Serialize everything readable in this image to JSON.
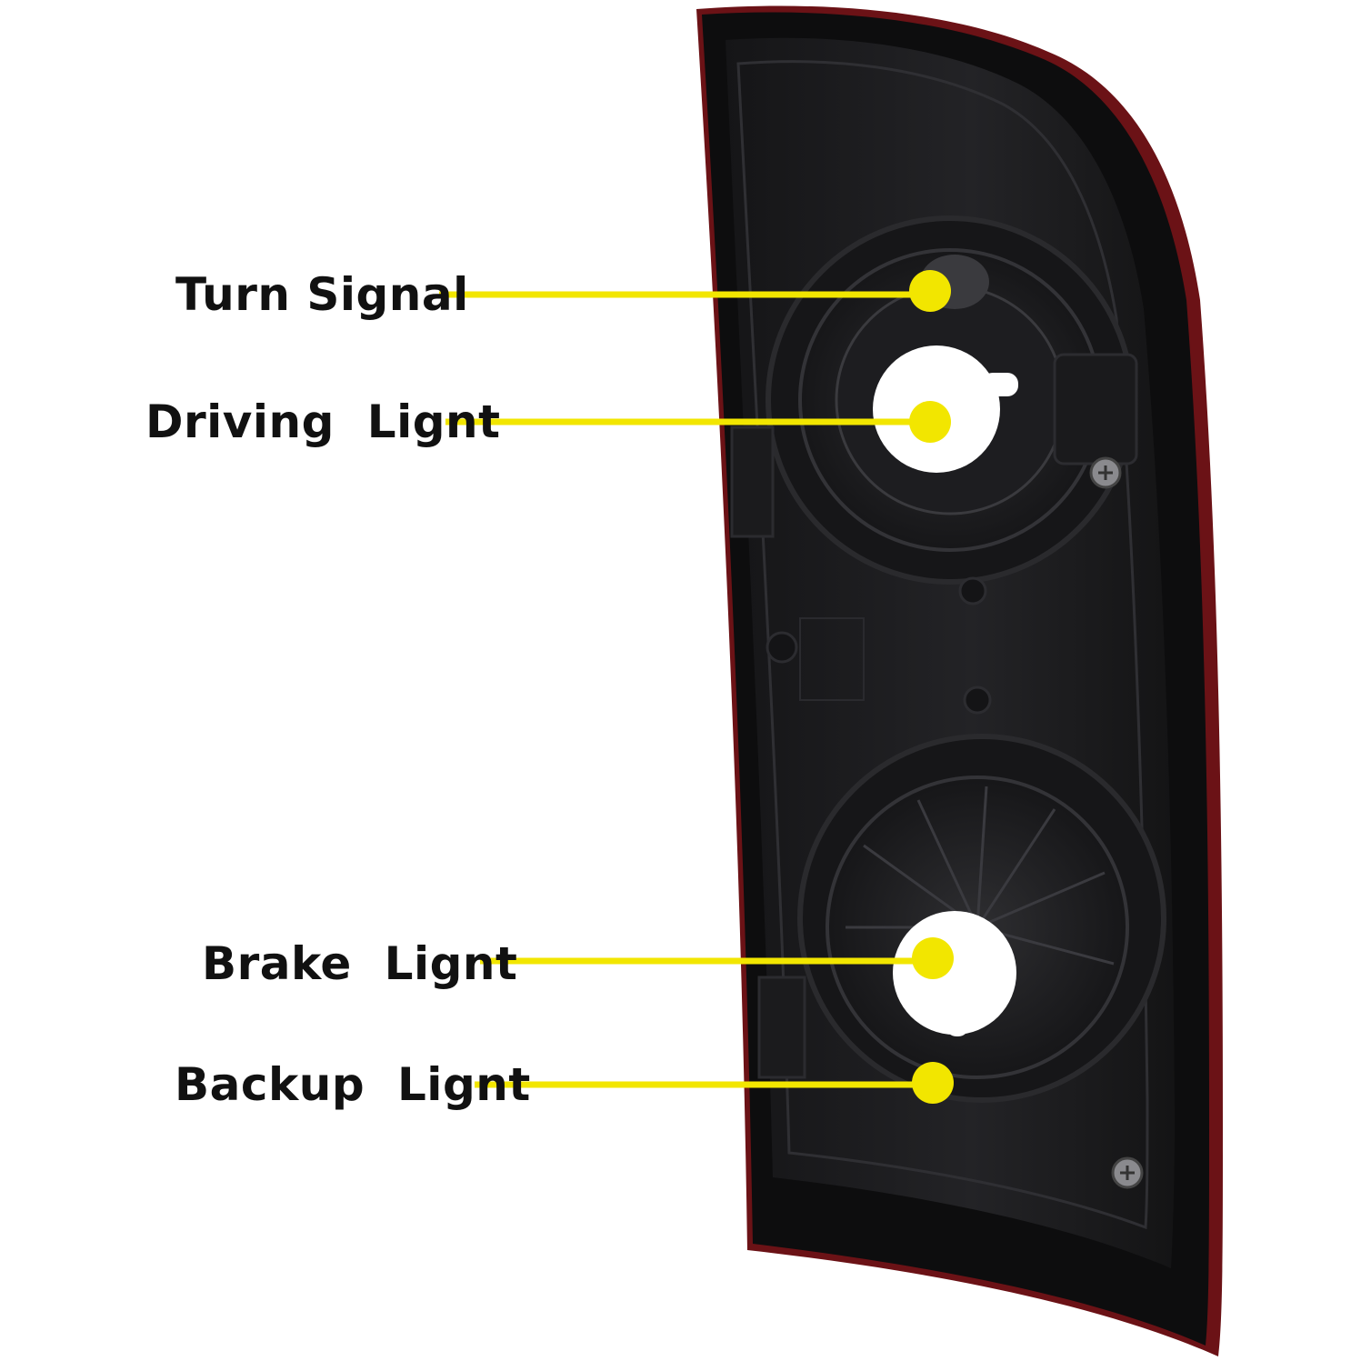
{
  "callouts": [
    {
      "id": "turn",
      "label": "Turn Signal"
    },
    {
      "id": "driving",
      "label": "Driving  Lignt"
    },
    {
      "id": "brake",
      "label": "Brake  Lignt"
    },
    {
      "id": "backup",
      "label": "Backup  Lignt"
    }
  ],
  "colors": {
    "callout": "#f2e600",
    "housing": "#1b1b1d",
    "lens_edge": "#7a1418",
    "text": "#111111"
  }
}
